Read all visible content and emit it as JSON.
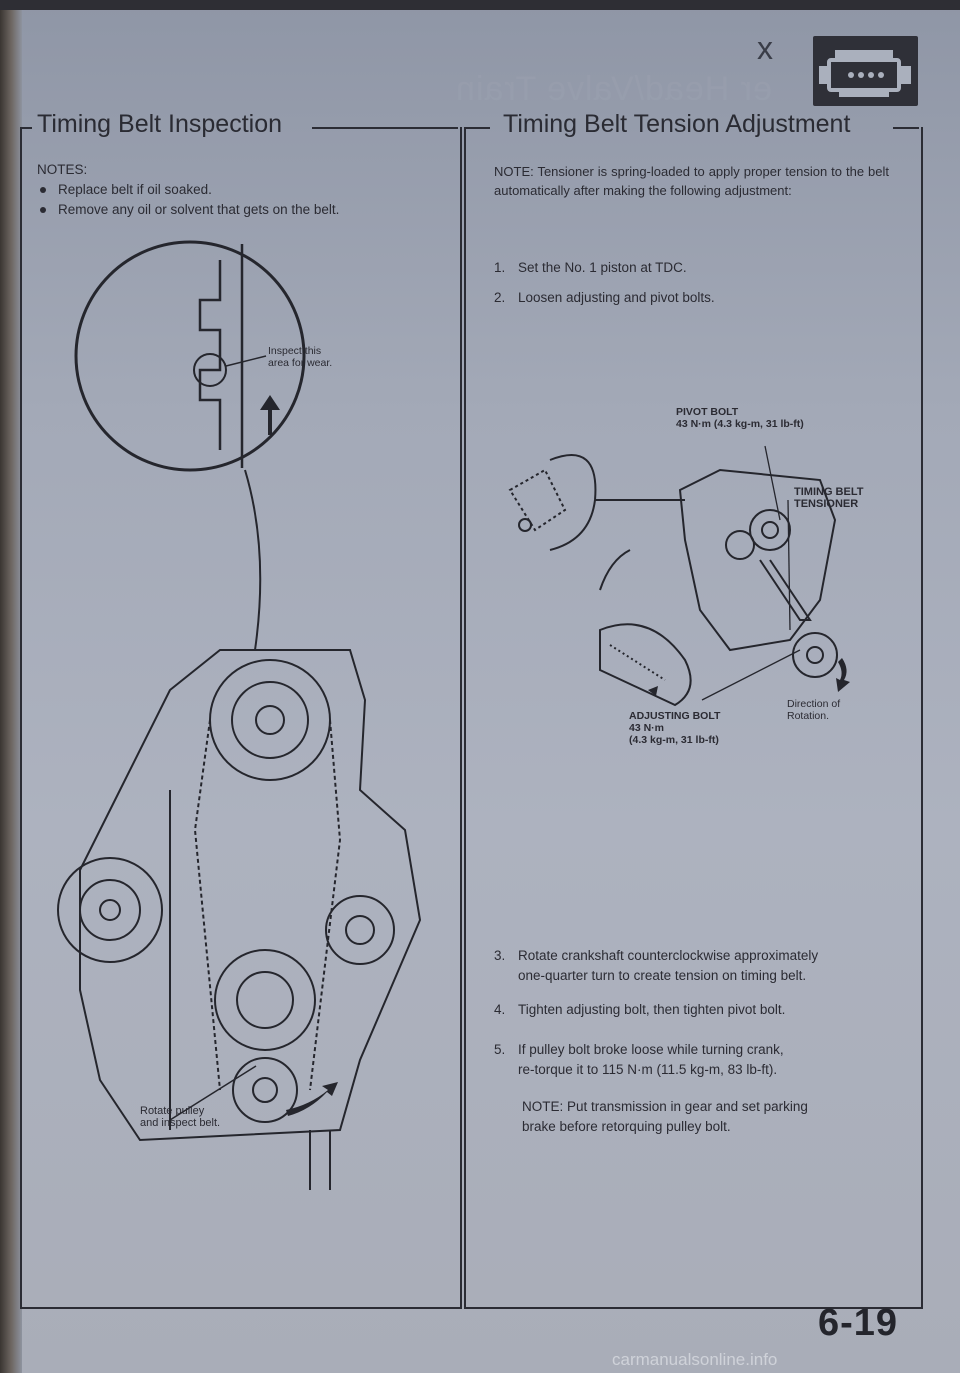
{
  "ghost_header": "er Head/Valve Train",
  "corner_mark": "x",
  "left": {
    "title": "Timing Belt Inspection",
    "notes_heading": "NOTES:",
    "notes": [
      "Replace belt if oil soaked.",
      "Remove any oil or solvent that gets on the belt."
    ],
    "callout_inspect_line1": "Inspect this",
    "callout_inspect_line2": "area for wear.",
    "callout_rotate_line1": "Rotate pulley",
    "callout_rotate_line2": "and inspect belt."
  },
  "right": {
    "title": "Timing Belt Tension Adjustment",
    "note": "NOTE: Tensioner is spring-loaded to apply proper tension to the belt automatically after making the following adjustment:",
    "steps_top": [
      {
        "num": "1.",
        "text": "Set the No. 1 piston at TDC."
      },
      {
        "num": "2.",
        "text": "Loosen adjusting and pivot bolts."
      }
    ],
    "pivot_bolt_title": "PIVOT BOLT",
    "pivot_bolt_spec": "43 N·m (4.3 kg-m, 31 lb-ft)",
    "tensioner_line1": "TIMING BELT",
    "tensioner_line2": "TENSIONER",
    "direction_line1": "Direction of",
    "direction_line2": "Rotation.",
    "adjusting_bolt_title": "ADJUSTING BOLT",
    "adjusting_bolt_spec1": "43 N·m",
    "adjusting_bolt_spec2": "(4.3 kg-m, 31 lb-ft)",
    "steps_bottom": [
      {
        "num": "3.",
        "line1": "Rotate crankshaft counterclockwise approximately",
        "line2": "one-quarter turn to create tension on timing belt."
      },
      {
        "num": "4.",
        "line1": "Tighten adjusting bolt, then tighten pivot bolt.",
        "line2": ""
      },
      {
        "num": "5.",
        "line1": "If pulley bolt broke loose while turning crank,",
        "line2": "re-torque it to 115 N·m (11.5 kg-m, 83 lb-ft)."
      }
    ],
    "final_note_line1": "NOTE: Put transmission in gear and set parking",
    "final_note_line2": "brake before retorquing pulley bolt."
  },
  "page_number": "6-19",
  "watermark": "carmanualsonline.info"
}
